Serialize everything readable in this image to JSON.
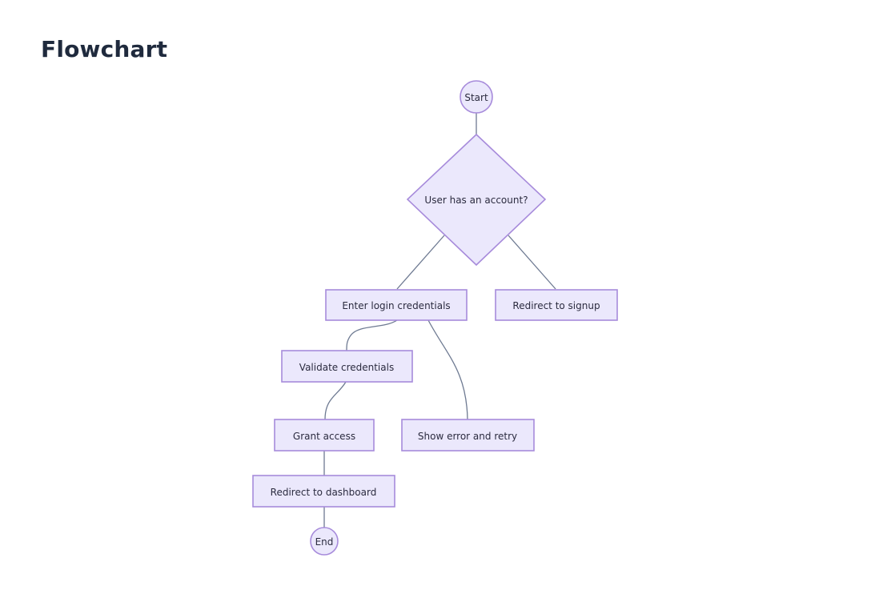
{
  "title": "Flowchart",
  "colors": {
    "node_fill": "#ebe8fc",
    "node_border": "#a78bdb",
    "edge": "#6e7a92",
    "text": "#2b2b3f",
    "title": "#1f2a3d",
    "background": "#ffffff"
  },
  "nodes": {
    "start": {
      "label": "Start",
      "type": "circle"
    },
    "decision": {
      "label": "User has an account?",
      "type": "diamond"
    },
    "login": {
      "label": "Enter login credentials",
      "type": "rect"
    },
    "signup": {
      "label": "Redirect to signup",
      "type": "rect"
    },
    "validate": {
      "label": "Validate credentials",
      "type": "rect"
    },
    "grant": {
      "label": "Grant access",
      "type": "rect"
    },
    "error": {
      "label": "Show error and retry",
      "type": "rect"
    },
    "dashboard": {
      "label": "Redirect to dashboard",
      "type": "rect"
    },
    "end": {
      "label": "End",
      "type": "circle"
    }
  },
  "edges": [
    {
      "from": "start",
      "to": "decision"
    },
    {
      "from": "decision",
      "to": "login"
    },
    {
      "from": "decision",
      "to": "signup"
    },
    {
      "from": "login",
      "to": "validate"
    },
    {
      "from": "login",
      "to": "error"
    },
    {
      "from": "validate",
      "to": "grant"
    },
    {
      "from": "grant",
      "to": "dashboard"
    },
    {
      "from": "dashboard",
      "to": "end"
    }
  ]
}
